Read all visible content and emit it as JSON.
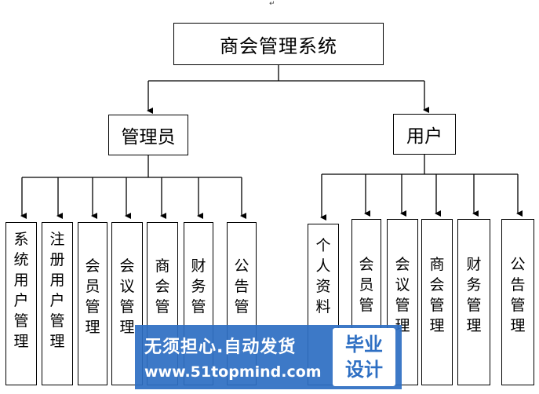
{
  "diagram": {
    "return_mark": "↵",
    "root": "商会管理系统",
    "roles": [
      {
        "label": "管理员",
        "modules": [
          "系统用户管理",
          "注册用户管理",
          "会员管理",
          "会议管理",
          "商会管",
          "财务管",
          "公告管"
        ]
      },
      {
        "label": "用户",
        "modules": [
          "个人资料",
          "会员管",
          "会议管理",
          "商会管理",
          "财务管理",
          "公告管理"
        ]
      }
    ],
    "line_color": "#000000"
  },
  "watermark": {
    "line1": "无须担心.自动发货",
    "line2": "www.51topmind.com",
    "badge_line1": "毕业",
    "badge_line2": "设计",
    "color": "#2e6fc3"
  }
}
